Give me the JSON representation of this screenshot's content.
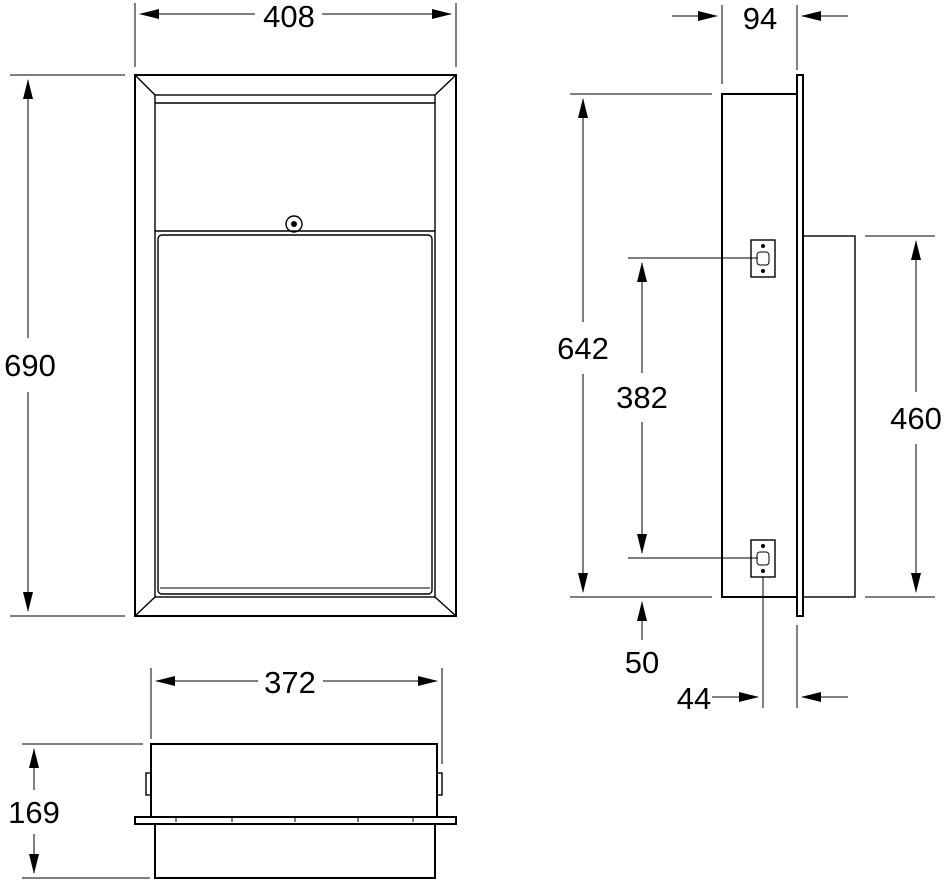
{
  "drawing": {
    "dimensions": {
      "front_width": "408",
      "front_height": "690",
      "side_depth": "94",
      "side_height": "642",
      "bracket_spacing": "382",
      "flange_height": "460",
      "bottom_offset": "50",
      "bracket_depth": "44",
      "top_width": "372",
      "top_depth": "169"
    }
  }
}
